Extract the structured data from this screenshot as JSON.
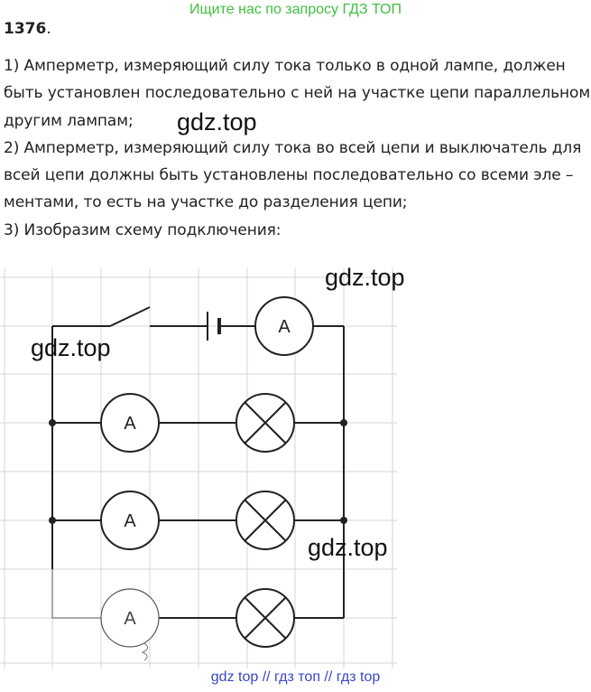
{
  "banner": "Ищите нас по запросу ГДЗ ТОП",
  "task_number": "1376",
  "task_suffix": ".",
  "lines": [
    "1) Амперметр, измеряющий силу тока только в одной лампе, должен",
    "быть установлен последовательно с ней на участке цепи параллельном",
    "другим лампам;",
    "2) Амперметр, измеряющий силу тока во всей цепи и выключатель для",
    "всей цепи должны быть установлены последовательно со всеми эле –",
    "ментами, то есть на участке до разделения цепи;",
    "3) Изобразим схему подключения:"
  ],
  "watermarks": [
    "gdz.top",
    "gdz.top",
    "gdz.top",
    "gdz.top"
  ],
  "ammeter_label": "A",
  "footer": "gdz top  //  гдз топ  //  гдз top",
  "colors": {
    "banner": "#3fbf3f",
    "footer": "#3a47c8",
    "grid": "#d6d6d6",
    "wire": "#222222"
  }
}
